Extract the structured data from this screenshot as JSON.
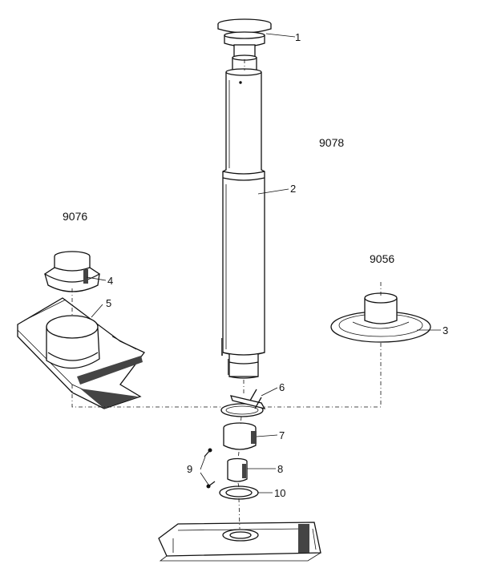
{
  "part_numbers": {
    "p1": "1",
    "p2": "2",
    "p3": "3",
    "p4": "4",
    "p5": "5",
    "p6": "6",
    "p7": "7",
    "p8": "8",
    "p9": "9",
    "p10": "10"
  },
  "references": {
    "main_assembly": "9078",
    "roof_kit": "9076",
    "flat_flashing": "9056"
  }
}
